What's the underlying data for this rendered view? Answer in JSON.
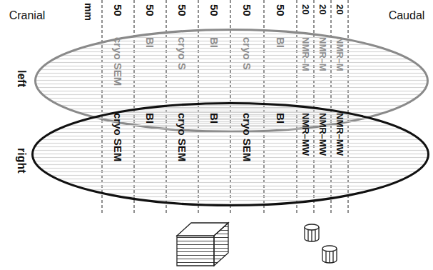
{
  "diagram": {
    "nodes": [
      {
        "text": [
          "left",
          "cryo SEM",
          "BI",
          "cryo S",
          "BI",
          "cryo S",
          "BI",
          "NMR–M",
          "NMR–M",
          "NMR–M"
        ]
      },
      {
        "text": [
          "right",
          "cryo SEM",
          "BI",
          "cryo SEM",
          "BI",
          "cryo SEM",
          "BI",
          "NMR–MW",
          "NMR–MW",
          "NMR–MW"
        ]
      }
    ],
    "labels": [
      "Cranial",
      "Caudal",
      "mm",
      "50",
      "50",
      "50",
      "50",
      "50",
      "50",
      "20",
      "20",
      "20"
    ]
  }
}
